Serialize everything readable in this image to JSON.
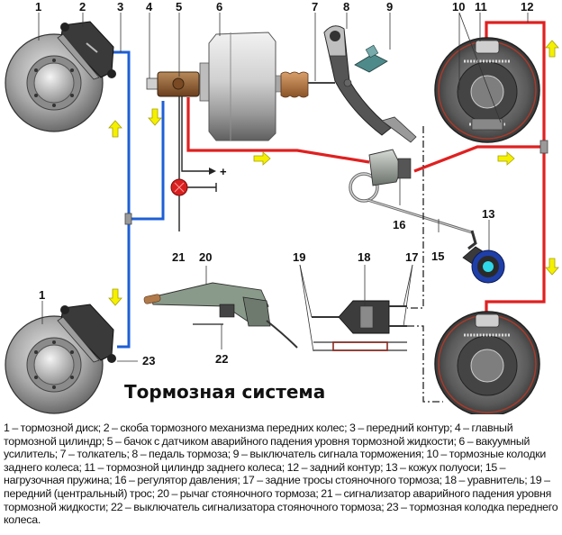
{
  "title": "Тормозная система",
  "callouts": [
    {
      "id": "1",
      "label": "1"
    },
    {
      "id": "2",
      "label": "2"
    },
    {
      "id": "3",
      "label": "3"
    },
    {
      "id": "4",
      "label": "4"
    },
    {
      "id": "5",
      "label": "5"
    },
    {
      "id": "6",
      "label": "6"
    },
    {
      "id": "7",
      "label": "7"
    },
    {
      "id": "8",
      "label": "8"
    },
    {
      "id": "9",
      "label": "9"
    },
    {
      "id": "10",
      "label": "10"
    },
    {
      "id": "11",
      "label": "11"
    },
    {
      "id": "12",
      "label": "12"
    },
    {
      "id": "13",
      "label": "13"
    },
    {
      "id": "15",
      "label": "15"
    },
    {
      "id": "16",
      "label": "16"
    },
    {
      "id": "17",
      "label": "17"
    },
    {
      "id": "18",
      "label": "18"
    },
    {
      "id": "19",
      "label": "19"
    },
    {
      "id": "20",
      "label": "20"
    },
    {
      "id": "21",
      "label": "21"
    },
    {
      "id": "22",
      "label": "22"
    },
    {
      "id": "23",
      "label": "23"
    },
    {
      "id": "1b",
      "label": "1"
    }
  ],
  "symbols": {
    "plus": "+",
    "ground": "⊣"
  },
  "colors": {
    "front_circuit": "#1e5fd6",
    "rear_circuit": "#e02020",
    "flow_arrow": "#f4f000",
    "warning_lamp": "#d92020",
    "axle_cap": "#2fd8e8",
    "axle_ring": "#1f3fa8"
  },
  "legend": [
    {
      "num": "1",
      "text": "тормозной диск"
    },
    {
      "num": "2",
      "text": "скоба тормозного механизма передних колес"
    },
    {
      "num": "3",
      "text": "передний контур"
    },
    {
      "num": "4",
      "text": "главный тормозной цилиндр"
    },
    {
      "num": "5",
      "text": "бачок с датчиком аварийного падения уровня тормозной жидкости"
    },
    {
      "num": "6",
      "text": "вакуумный усилитель"
    },
    {
      "num": "7",
      "text": "толкатель"
    },
    {
      "num": "8",
      "text": "педаль тормоза"
    },
    {
      "num": "9",
      "text": "выключатель сигнала торможения"
    },
    {
      "num": "10",
      "text": "тормозные колодки заднего колеса"
    },
    {
      "num": "11",
      "text": "тормозной цилиндр заднего колеса"
    },
    {
      "num": "12",
      "text": "задний контур"
    },
    {
      "num": "13",
      "text": "кожух полуоси"
    },
    {
      "num": "15",
      "text": "нагрузочная пружина"
    },
    {
      "num": "16",
      "text": "регулятор давления"
    },
    {
      "num": "17",
      "text": "задние тросы стояночного тормоза"
    },
    {
      "num": "18",
      "text": "уравнитель"
    },
    {
      "num": "19",
      "text": "передний (центральный) трос"
    },
    {
      "num": "20",
      "text": "рычаг стояночного тормоза"
    },
    {
      "num": "21",
      "text": "сигнализатор аварийного падения уровня тормозной жидкости"
    },
    {
      "num": "22",
      "text": "выключатель сигнализатора стояночного тормоза"
    },
    {
      "num": "23",
      "text": "тормозная колодка переднего колеса"
    }
  ],
  "legend_separator": " – ",
  "legend_delimiter": "; ",
  "legend_terminator": "."
}
